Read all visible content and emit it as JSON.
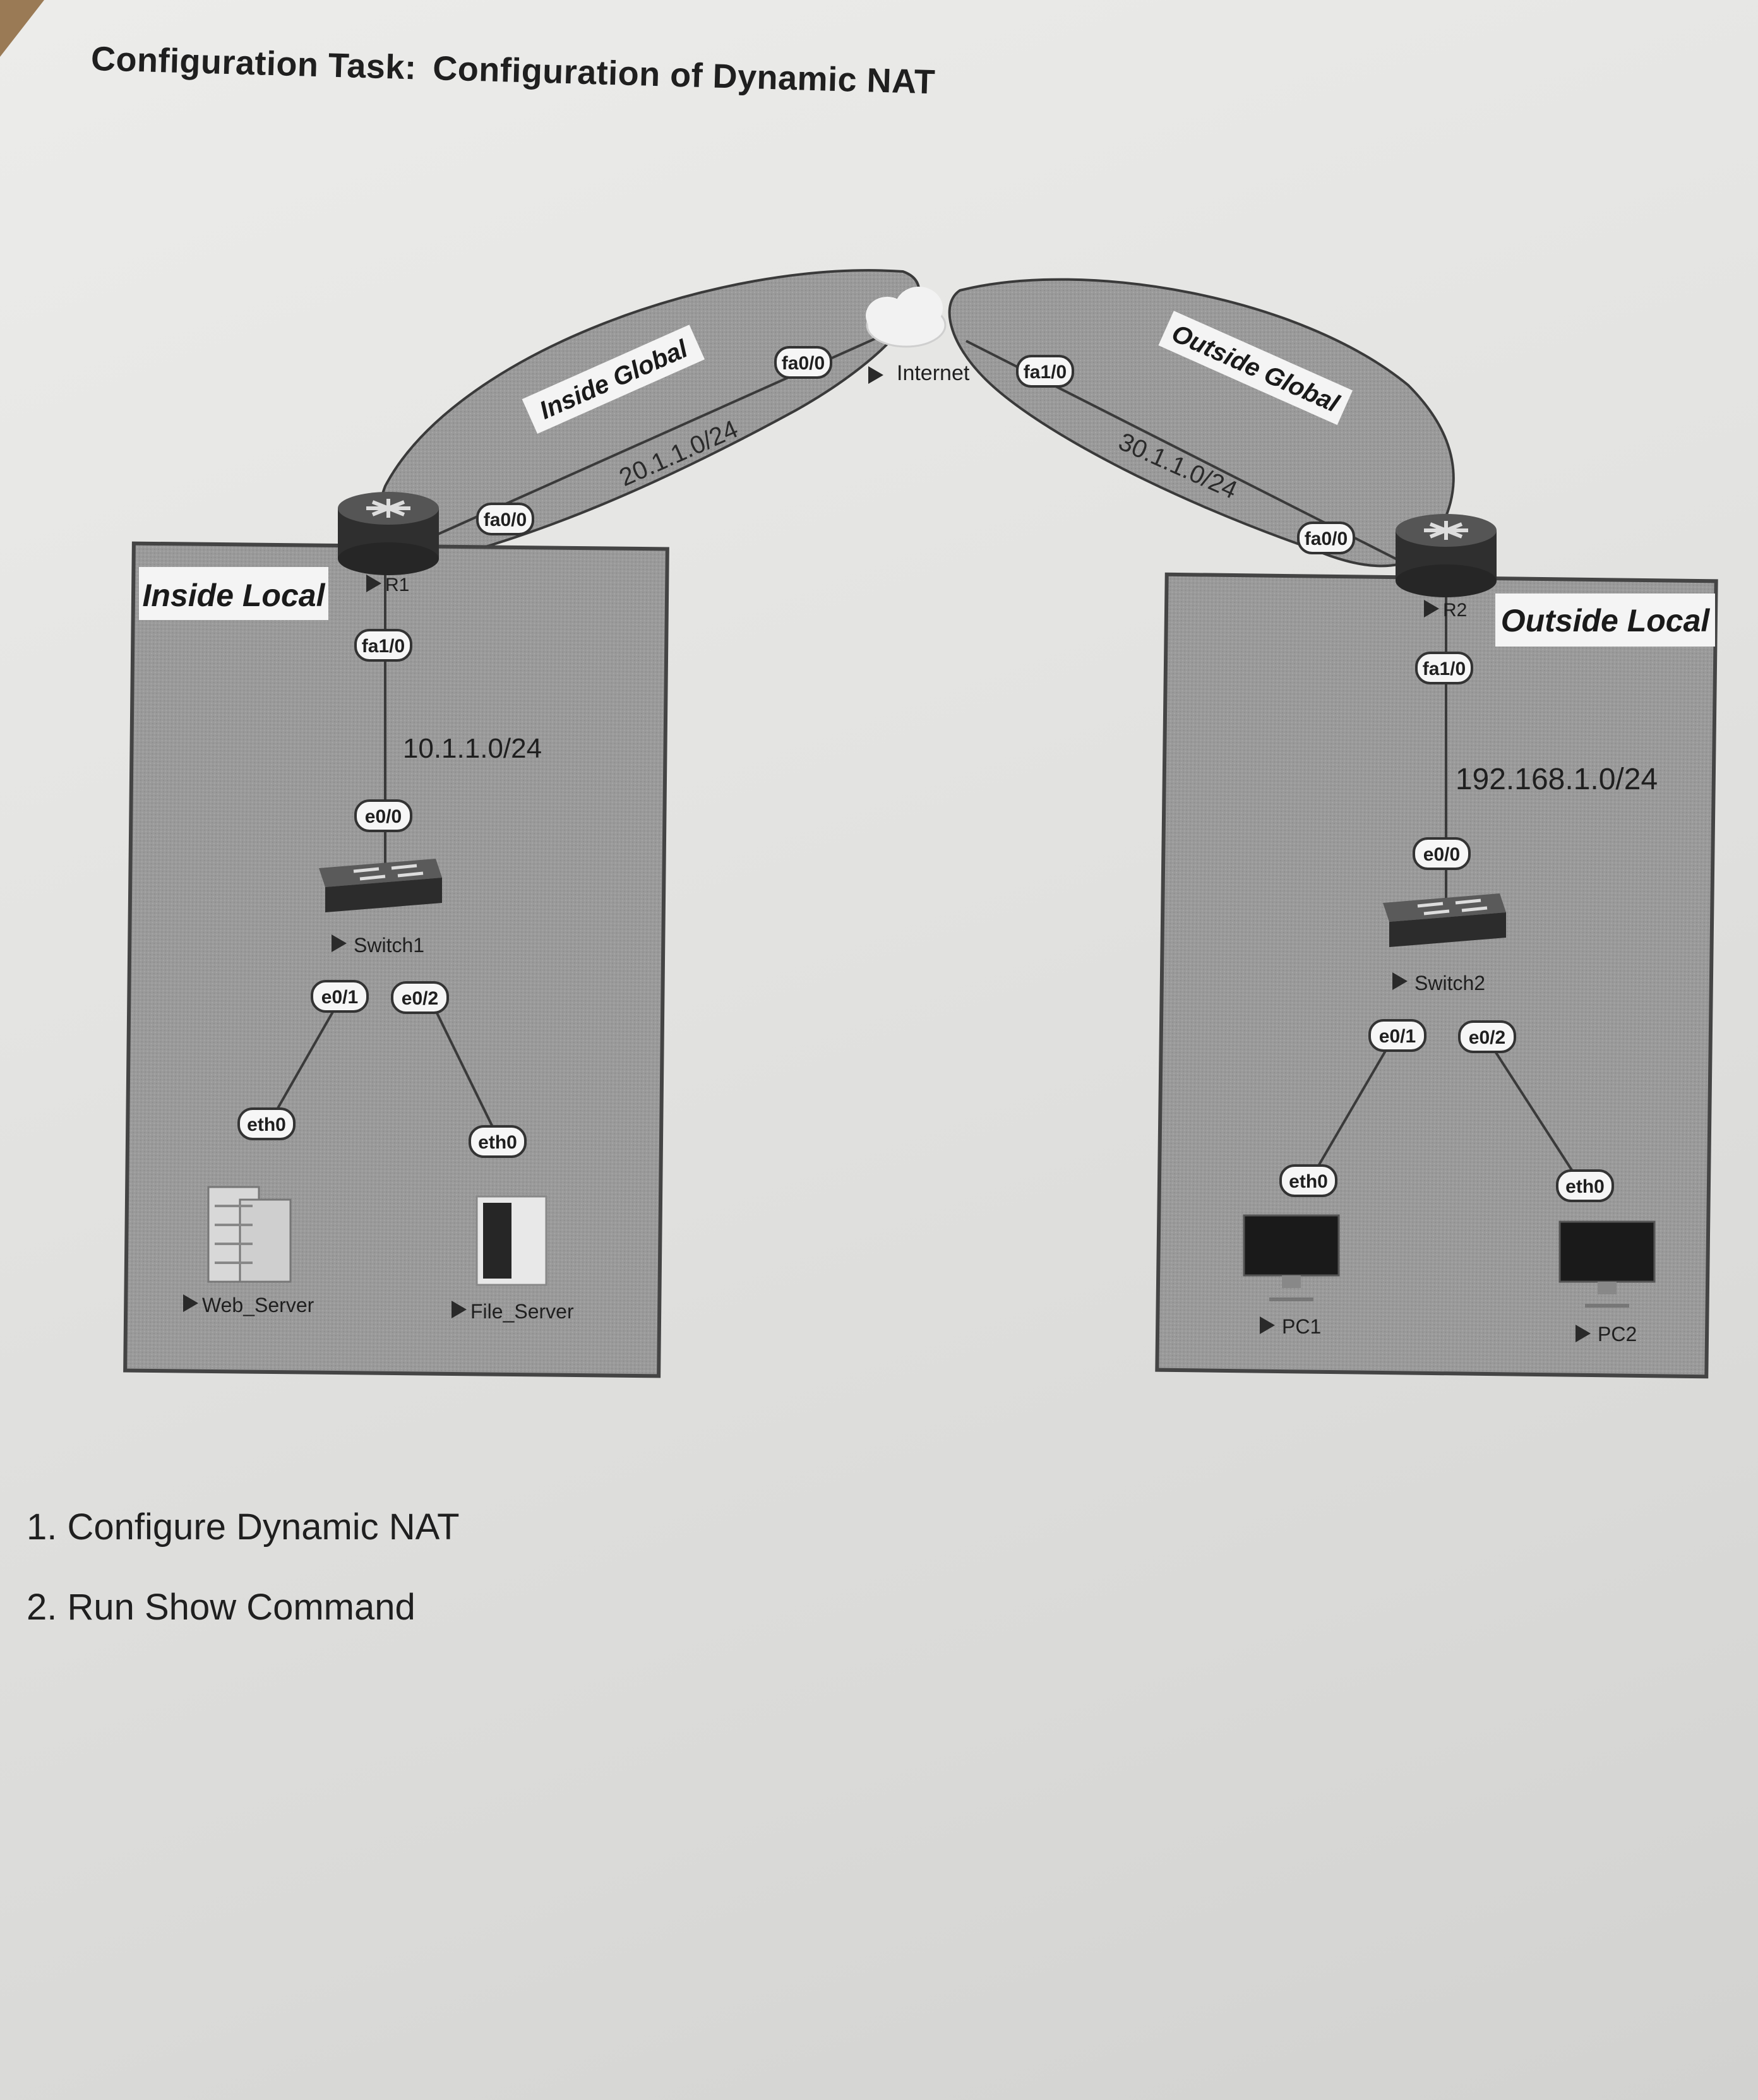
{
  "header": {
    "label": "Configuration Task:",
    "title": "Configuration of Dynamic NAT"
  },
  "zones": {
    "inside_local": "Inside Local",
    "inside_global": "Inside Global",
    "outside_global": "Outside Global",
    "outside_local": "Outside Local"
  },
  "networks": {
    "inside_lan": "10.1.1.0/24",
    "inside_wan": "20.1.1.0/24",
    "outside_wan": "30.1.1.0/24",
    "outside_lan": "192.168.1.0/24"
  },
  "devices": {
    "r1": "R1",
    "r2": "R2",
    "internet": "Internet",
    "switch1": "Switch1",
    "switch2": "Switch2",
    "web_server": "Web_Server",
    "file_server": "File_Server",
    "pc1": "PC1",
    "pc2": "PC2"
  },
  "ports": {
    "r1_fa00": "fa0/0",
    "r1_fa10": "fa1/0",
    "cloud_fa00": "fa0/0",
    "cloud_fa10": "fa1/0",
    "r2_fa00": "fa0/0",
    "r2_fa10": "fa1/0",
    "sw1_e00": "e0/0",
    "sw1_e01": "e0/1",
    "sw1_e02": "e0/2",
    "sw2_e00": "e0/0",
    "sw2_e01": "e0/1",
    "sw2_e02": "e0/2",
    "web_eth0": "eth0",
    "file_eth0": "eth0",
    "pc1_eth0": "eth0",
    "pc2_eth0": "eth0"
  },
  "tasks": [
    "1. Configure Dynamic NAT",
    "2. Run Show Command"
  ],
  "colors": {
    "zone_fill": "#9c9c9c",
    "router": "#2f2f2f",
    "link": "#3a3a3a"
  }
}
